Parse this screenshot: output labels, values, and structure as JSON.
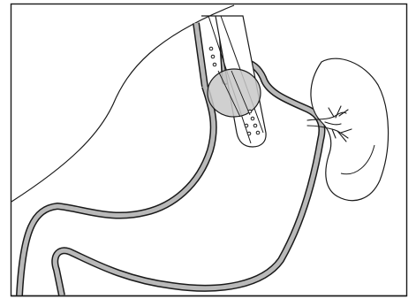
{
  "figure": {
    "texts": []
  },
  "colors": {
    "background": "#ffffff",
    "outline": "#1a1a1a",
    "wall_fill": "#b9b9b9",
    "balloon_fill": "#c8c8c8"
  },
  "parts": {
    "frame": "frame",
    "liver_edge": "liver-outline",
    "stomach": "stomach-wall",
    "esophagus": "esophagus-tube",
    "gastric_tube": "gastric-tube",
    "balloon": "balloon",
    "spleen": "spleen",
    "hilum": "splenic-hilum-vessels"
  }
}
